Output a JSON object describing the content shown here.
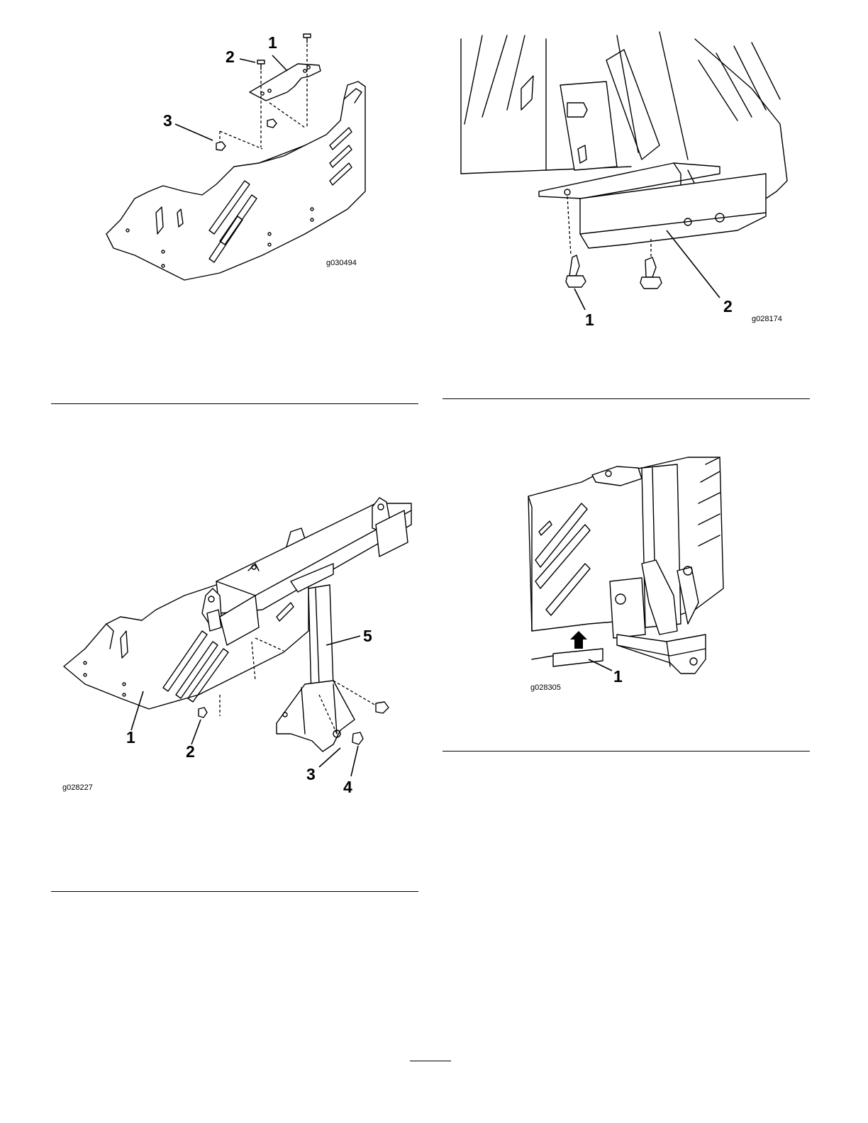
{
  "figures": [
    {
      "id": "g030494",
      "callouts": [
        "1",
        "2",
        "3"
      ]
    },
    {
      "id": "g028174",
      "callouts": [
        "1",
        "2"
      ]
    },
    {
      "id": "g028227",
      "callouts": [
        "1",
        "2",
        "3",
        "4",
        "5"
      ]
    },
    {
      "id": "g028305",
      "callouts": [
        "1"
      ]
    }
  ],
  "footer": {
    "page_number": ""
  }
}
